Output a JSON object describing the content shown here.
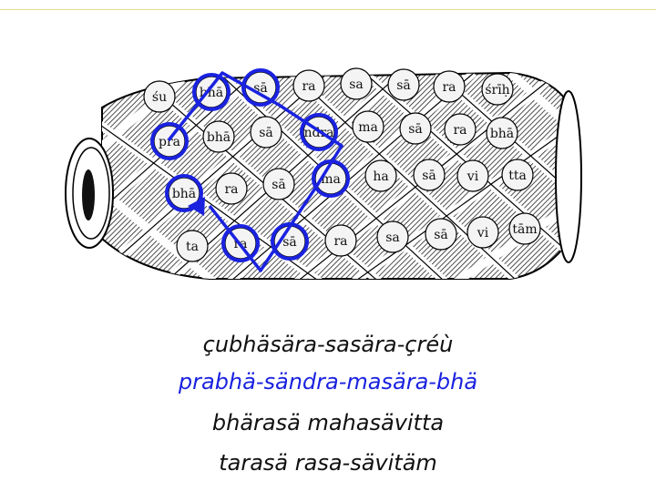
{
  "verses": [
    "çubhäsära-sasära-çréù",
    "prabhä-sändra-masära-bhä",
    "bhärasä mahasävitta",
    "tarasä rasa-sävitäm"
  ],
  "highlight_verse_index": 1,
  "colors": {
    "highlight": "#1a22e0",
    "text": "#111111",
    "drum_body": "#7a7a7a",
    "drum_outline": "#000000",
    "syllable_fill": "#f4f4f4",
    "rule": "#e8d98a"
  },
  "syllables": [
    [
      "śu",
      "bhā",
      "sā",
      "ra",
      "sa",
      "sā",
      "ra",
      "śrīḥ"
    ],
    [
      "pra",
      "bhā",
      "sā",
      "ndra",
      "ma",
      "sā",
      "ra",
      "bhā"
    ],
    [
      "bhā",
      "ra",
      "sā",
      "ma",
      "ha",
      "sā",
      "vi",
      "tta"
    ],
    [
      "ta",
      "ra",
      "sā",
      "ra",
      "sa",
      "sā",
      "vi",
      "tām"
    ]
  ],
  "highlighted_path": [
    "pra",
    "bhā",
    "sā",
    "ndra",
    "ma",
    "sā",
    "ra",
    "bhā"
  ]
}
